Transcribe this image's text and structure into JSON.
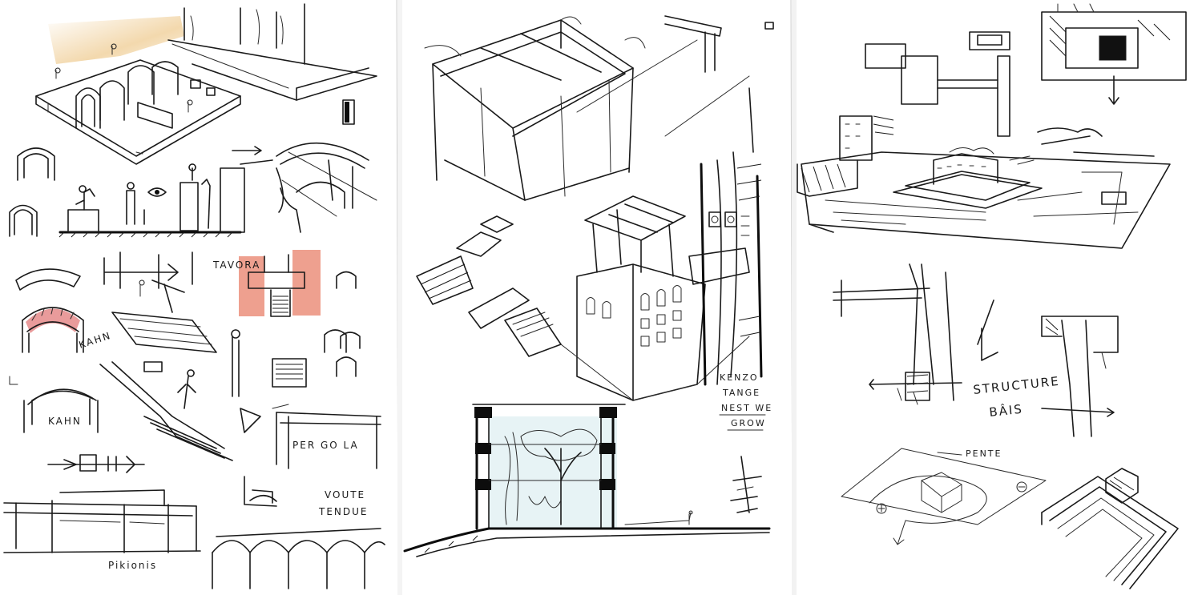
{
  "labels": {
    "tavora": "TAVORA",
    "kahn_1": "KAHN",
    "kahn_2": "KAHN",
    "pergola": "PER GO LA",
    "voute_1": "VOUTE",
    "voute_2": "TENDUE",
    "pikionis": "Pikionis",
    "kenzo_1": "KENZO",
    "kenzo_2": "TANGE",
    "kenzo_3": "NEST WE",
    "kenzo_4": "GROW",
    "structure_1": "STRUCTURE",
    "structure_2": "BÂIS",
    "pente": "PENTE"
  },
  "colors": {
    "paper": "#ffffff",
    "ink": "#1a1a1a",
    "ochre_wash": "#e9b96a",
    "red_wash": "#e8806a",
    "pink_wash": "#e58a8a",
    "blue_wash": "#b9dde2"
  }
}
